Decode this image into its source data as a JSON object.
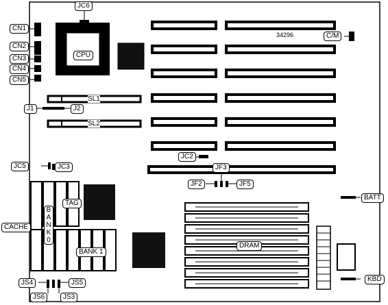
{
  "board_id": "34296",
  "labels": {
    "jc6": "JC6",
    "cn1": "CN1",
    "cn2": "CN2",
    "cn3": "CN3",
    "cn4": "CN4",
    "cn5": "CN5",
    "cpu": "CPU",
    "cm": "C/M",
    "sl1": "SL1",
    "sl2": "SL2",
    "j1": "J1",
    "j2": "J2",
    "jc2": "JC2",
    "jf3": "JF3",
    "jf2": "JF2",
    "jf5": "JF5",
    "jc5": "JC5",
    "jc3": "JC3",
    "tag": "TAG",
    "cache": "CACHE",
    "bank0": "BANK 0",
    "bank1": "BANK 1",
    "batt": "BATT",
    "dram": "DRAM",
    "kbd": "KBD",
    "js4": "JS4",
    "js5": "JS5",
    "js6": "JS6",
    "js3": "JS3"
  }
}
